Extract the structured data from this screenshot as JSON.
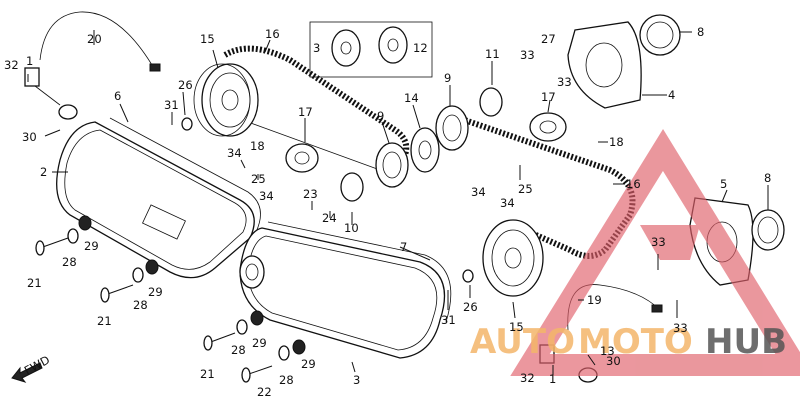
{
  "labels": {
    "p1a": "1",
    "p1b": "1",
    "p2": "2",
    "p3a": "3",
    "p3b": "3",
    "p4": "4",
    "p5": "5",
    "p6": "6",
    "p7": "7",
    "p8a": "8",
    "p8b": "8",
    "p9a": "9",
    "p9b": "9",
    "p10": "10",
    "p11": "11",
    "p12": "12",
    "p13": "13",
    "p14": "14",
    "p15a": "15",
    "p15b": "15",
    "p16a": "16",
    "p16b": "16",
    "p17a": "17",
    "p17b": "17",
    "p18a": "18",
    "p18b": "18",
    "p19": "19",
    "p20": "20",
    "p21a": "21",
    "p21b": "21",
    "p21c": "21",
    "p22": "22",
    "p23": "23",
    "p24": "24",
    "p25a": "25",
    "p25b": "25",
    "p26a": "26",
    "p26b": "26",
    "p27": "27",
    "p28a": "28",
    "p28b": "28",
    "p28c": "28",
    "p28d": "28",
    "p29a": "29",
    "p29b": "29",
    "p29c": "29",
    "p29d": "29",
    "p30a": "30",
    "p30b": "30",
    "p31a": "31",
    "p31b": "31",
    "p32a": "32",
    "p32b": "32",
    "p33a": "33",
    "p33b": "33",
    "p33c": "33",
    "p33d": "33",
    "p34a": "34",
    "p34b": "34",
    "p34c": "34",
    "p34d": "34"
  },
  "fwd_label": "FWD",
  "watermark": {
    "text_a": "AUTO",
    "text_b": "MOTO",
    "text_c": "HUB",
    "color": "#e0606a"
  }
}
